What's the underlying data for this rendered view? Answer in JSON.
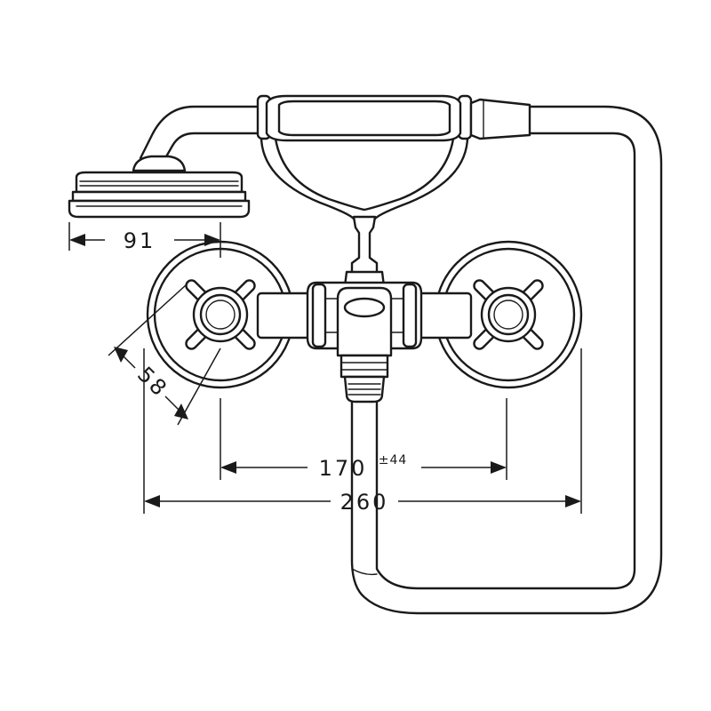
{
  "dimensions": {
    "shower_head_width": "91",
    "rosette_diameter": "58",
    "centres_distance": "170",
    "centres_tolerance": "±44",
    "overall_width": "260"
  }
}
